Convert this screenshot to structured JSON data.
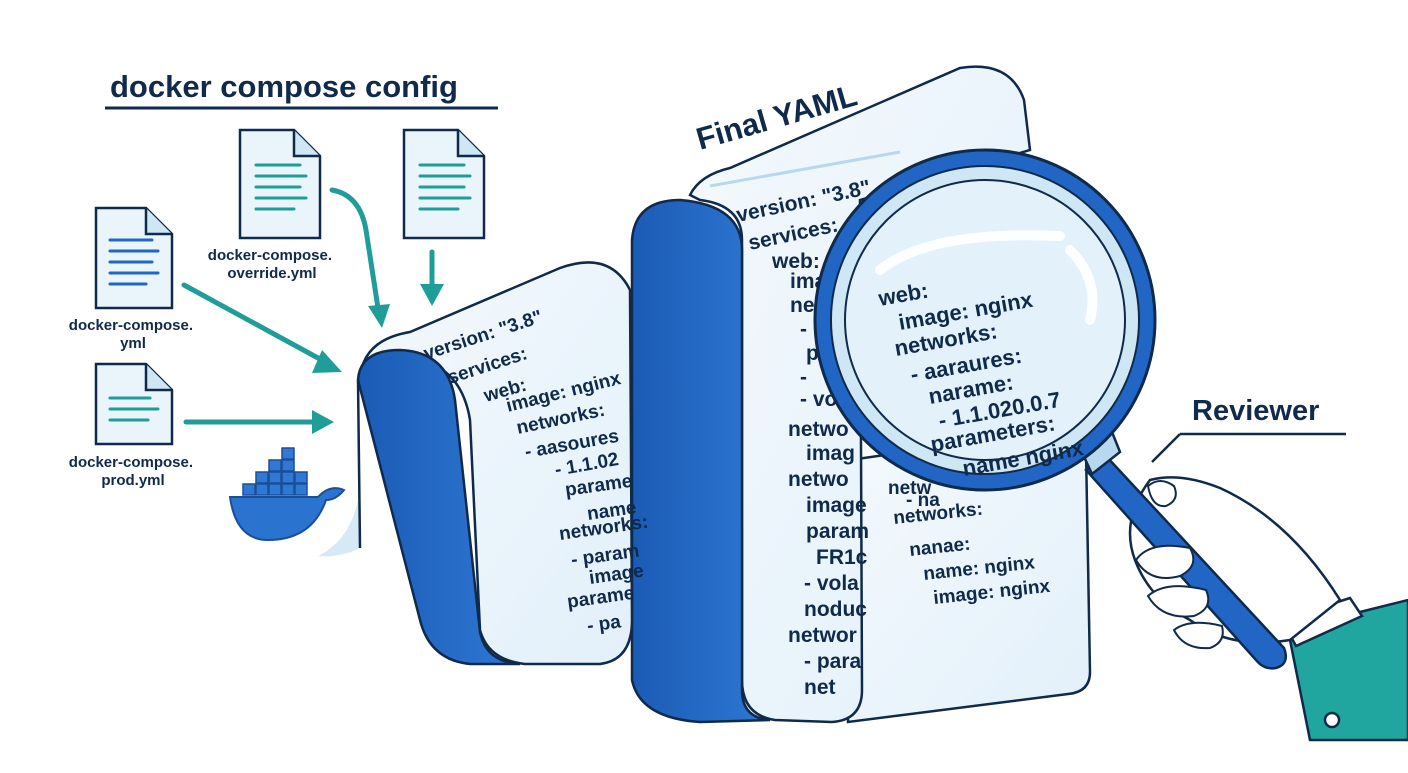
{
  "diagram": {
    "title": "docker compose config",
    "result_label": "Final YAML",
    "reviewer_label": "Reviewer"
  },
  "files": [
    {
      "label": "docker-compose.override.yml",
      "lines": [
        "docker-compose.",
        "override.yml"
      ],
      "accent": "#1f9e99"
    },
    {
      "label": "docker-compose.yml",
      "lines": [
        "docker-compose.",
        "yml"
      ],
      "accent": "#2166c4"
    },
    {
      "label": "docker-compose.prod.yml",
      "lines": [
        "docker-compose.",
        "prod.yml"
      ],
      "accent": "#1f9e99"
    },
    {
      "label": "",
      "lines": [],
      "accent": "#1f9e99"
    }
  ],
  "yaml_front": [
    "version: \"3.8\"",
    "services:",
    "web:",
    "image: nginx",
    "networks:",
    "- aasoures",
    "- 1.1.02",
    "parame",
    "name",
    "networks:",
    "- param",
    "image",
    "parame",
    "- pa"
  ],
  "yaml_back": [
    "version: \"3.8\"",
    "services:",
    "web:",
    "imag",
    "netw",
    "-",
    "pa",
    "-",
    "- vo",
    "netwo",
    "imag",
    "netwo",
    "image",
    "param",
    "FR1c",
    "- vola",
    "noduc",
    "networ",
    "- para",
    "net"
  ],
  "yaml_right": [
    "netw",
    "- na",
    "networks:",
    "nanae:",
    "name: nginx",
    "image: nginx"
  ],
  "magnified": [
    "web:",
    "image: nginx",
    "networks:",
    "- aaraures:",
    "narame:",
    "- 1.1.020.0.7",
    "parameters:",
    "name nginx"
  ],
  "colors": {
    "navy": "#0f2a4a",
    "blue": "#2166c4",
    "teal": "#1f9e99",
    "paper": "#eaf4fb",
    "lens": "#d8ecf8"
  }
}
